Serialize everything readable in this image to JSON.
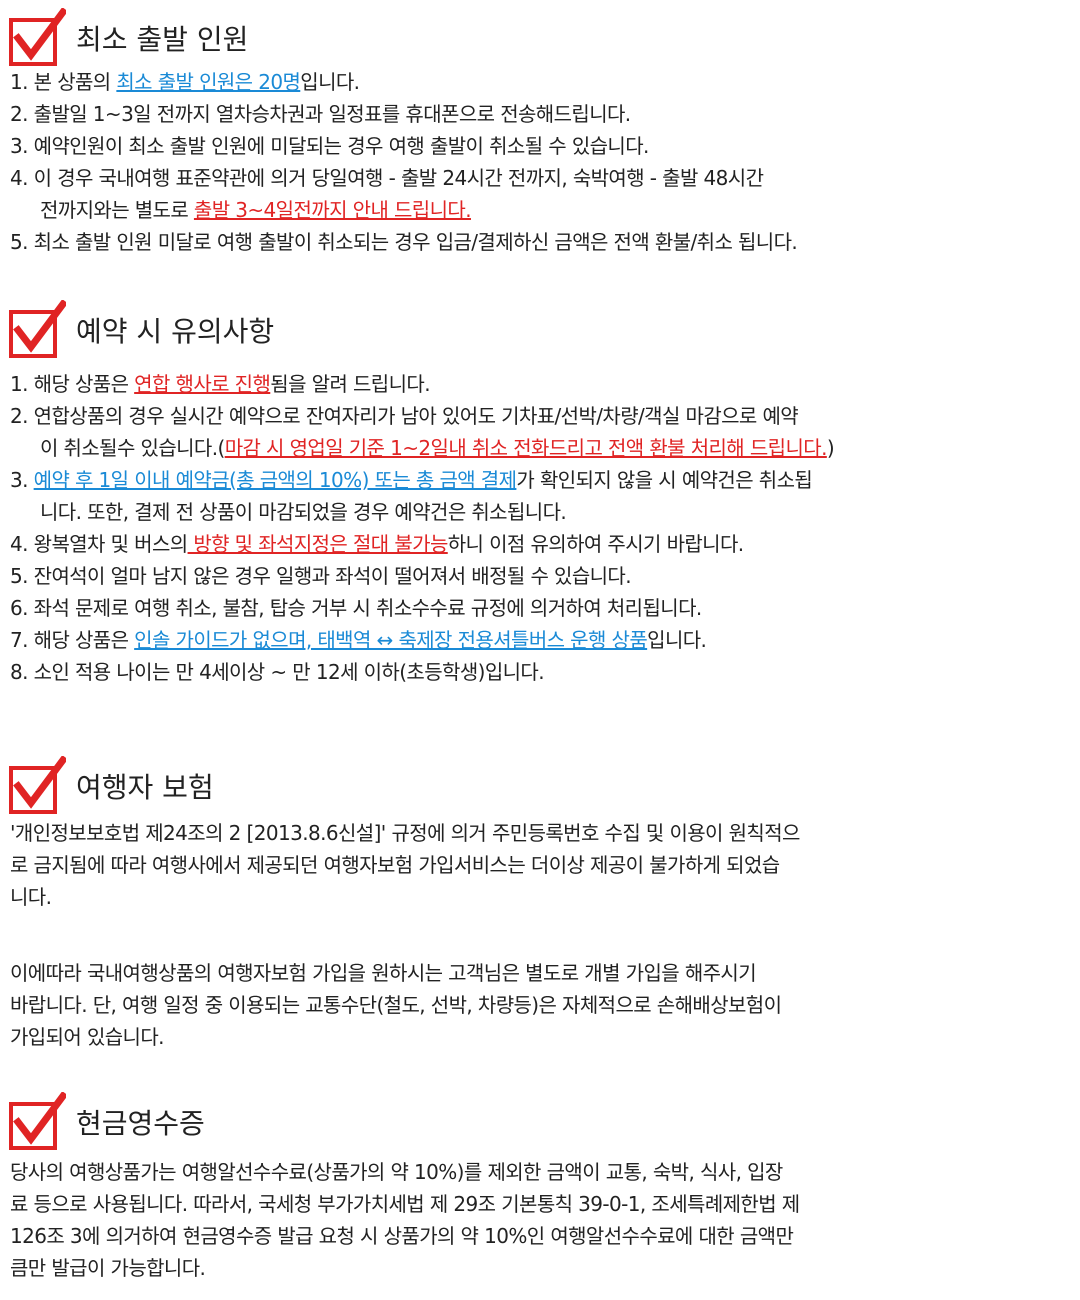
{
  "colors": {
    "accent_red": "#e02424",
    "link_blue": "#1a8ad6",
    "text": "#222222"
  },
  "sections": {
    "min_departure": {
      "title": "최소 출발 인원",
      "items": [
        {
          "pre": "1. 본 상품의 ",
          "hl": "최소 출발 인원은 20명",
          "post": "입니다."
        },
        {
          "text": "2. 출발일 1~3일 전까지 열차승차권과 일정표를 휴대폰으로 전송해드립니다."
        },
        {
          "text": "3. 예약인원이 최소 출발 인원에 미달되는 경우 여행 출발이 취소될 수 있습니다."
        },
        {
          "line1": "4. 이 경우 국내여행 표준약관에 의거 당일여행 - 출발 24시간 전까지, 숙박여행 - 출발 48시간",
          "pre": "전까지와는 별도로 ",
          "hl": "출발 3~4일전까지 안내 드립니다."
        },
        {
          "text": "5. 최소 출발 인원 미달로 여행 출발이 취소되는 경우 입금/결제하신 금액은 전액 환불/취소 됩니다."
        }
      ]
    },
    "booking_notes": {
      "title": "예약 시 유의사항",
      "items": [
        {
          "pre": "1. 해당 상품은 ",
          "hl": "연합 행사로 진행",
          "post": "됨을 알려 드립니다."
        },
        {
          "line1": "2. 연합상품의 경우 실시간 예약으로 잔여자리가 남아 있어도 기차표/선박/차량/객실 마감으로 예약",
          "pre": "이 취소될수 있습니다.(",
          "hl": "마감 시 영업일 기준 1~2일내 취소 전화드리고 전액 환불 처리해 드립니다.",
          "post": ")"
        },
        {
          "pre": "3. ",
          "hl": "예약 후 1일 이내 예약금(총 금액의 10%) 또는 총 금액 결제",
          "post": "가 확인되지 않을 시 예약건은 취소됩",
          "line2": "니다. 또한, 결제 전 상품이 마감되었을 경우 예약건은 취소됩니다."
        },
        {
          "pre": "4. 왕복열차 및 버스의",
          "hl": " 방향 및 좌석지정은 절대 불가능",
          "post": "하니 이점 유의하여 주시기 바랍니다."
        },
        {
          "text": "5. 잔여석이 얼마 남지 않은 경우 일행과 좌석이 떨어져서 배정될 수 있습니다."
        },
        {
          "text": "6. 좌석 문제로 여행 취소, 불참, 탑승 거부 시 취소수수료 규정에 의거하여 처리됩니다."
        },
        {
          "pre": "7. 해당 상품은 ",
          "hl": "인솔 가이드가 없으며, 태백역 ↔ 축제장 전용셔틀버스 운행 상품",
          "post": "입니다."
        },
        {
          "text": "8. 소인 적용 나이는 만 4세이상 ~ 만 12세 이하(초등학생)입니다."
        }
      ]
    },
    "insurance": {
      "title": "여행자 보험",
      "p1": [
        "'개인정보보호법 제24조의 2 [2013.8.6신설]' 규정에 의거 주민등록번호 수집 및 이용이 원칙적으",
        "로 금지됨에 따라 여행사에서 제공되던 여행자보험 가입서비스는 더이상 제공이 불가하게 되었습",
        "니다."
      ],
      "p2": [
        "이에따라 국내여행상품의 여행자보험 가입을 원하시는 고객님은 별도로 개별 가입을 해주시기",
        "바랍니다. 단, 여행 일정 중 이용되는 교통수단(철도, 선박, 차량등)은 자체적으로 손해배상보험이",
        "가입되어 있습니다."
      ]
    },
    "receipt": {
      "title": "현금영수증",
      "p1": [
        "당사의 여행상품가는 여행알선수수료(상품가의 약 10%)를 제외한 금액이 교통, 숙박, 식사, 입장",
        "료 등으로 사용됩니다. 따라서, 국세청 부가가치세법 제 29조 기본통칙 39-0-1, 조세특례제한법 제",
        "126조 3에 의거하여 현금영수증 발급 요청 시 상품가의 약 10%인 여행알선수수료에 대한 금액만",
        "큼만 발급이 가능합니다."
      ]
    }
  }
}
